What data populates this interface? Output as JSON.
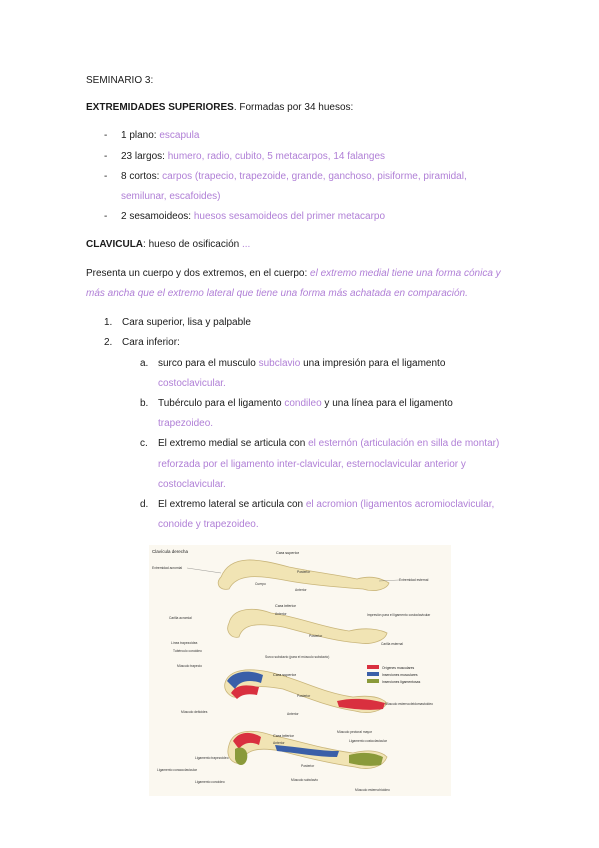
{
  "colors": {
    "purple_text": "#b07fd6",
    "muscle_origin": "#d9303f",
    "muscle_insertion": "#3a5fa8",
    "ligament_insertion": "#8a9a3a",
    "bone": "#f1e4b4"
  },
  "title": "SEMINARIO 3:",
  "heading": {
    "bold": "EXTREMIDADES SUPERIORES",
    "rest": ". Formadas por 34 huesos:"
  },
  "bones": [
    {
      "bullet": "-",
      "label": "1 plano:",
      "value": "escapula"
    },
    {
      "bullet": "-",
      "label": "23 largos:",
      "value": "humero, radio, cubito, 5 metacarpos, 14 falanges"
    },
    {
      "bullet": "-",
      "label": "8 cortos:",
      "value": "carpos (trapecio, trapezoide, grande, ganchoso, pisiforme, piramidal,",
      "value2": "semilunar, escafoides)"
    },
    {
      "bullet": "-",
      "label": "2 sesamoideos:",
      "value": "huesos sesamoideos del primer metacarpo"
    }
  ],
  "clavicula": {
    "bold": "CLAVICULA",
    "rest": ": hueso de osificación ",
    "ellipsis": "..."
  },
  "intro": {
    "plain": "Presenta un cuerpo y dos extremos, en el cuerpo: ",
    "line1_italic": "el extremo medial tiene una forma cónica y",
    "line2_italic": "más ancha que el extremo lateral que tiene una forma más achatada en comparación."
  },
  "numbered": [
    {
      "num": "1.",
      "text": "Cara superior, lisa y palpable"
    },
    {
      "num": "2.",
      "text": "Cara inferior:"
    }
  ],
  "sub": {
    "a": {
      "letter": "a.",
      "t1": "surco para el musculo ",
      "p1": "subclavio",
      "t2": " una impresión para el ligamento",
      "p2": "costoclavicular."
    },
    "b": {
      "letter": "b.",
      "t1": "Tubérculo para el ligamento ",
      "p1": "condileo",
      "t2": " y una línea para el ligamento",
      "p2": "trapezoideo."
    },
    "c": {
      "letter": "c.",
      "t1": "El extremo medial se articula con ",
      "p1": "el esternón (articulación en silla de montar)",
      "p2": "reforzada por el ligamento inter-clavicular, esternoclavicular anterior y",
      "p3": "costoclavicular."
    },
    "d": {
      "letter": "d.",
      "t1": "El extremo lateral se articula con ",
      "p1": "el acromion (ligamentos acromioclavicular,",
      "p2": "conoide y trapezoideo."
    }
  },
  "figure": {
    "title": "Clavícula derecha",
    "views": [
      "Cara superior",
      "Cara inferior",
      "Cara superior",
      "Cara inferior"
    ],
    "labels": {
      "acromial_end": "Extremidad acromial",
      "body": "Cuerpo",
      "sternal_end": "Extremidad esternal",
      "posterior": "Posterior",
      "anterior": "Anterior",
      "acromial_facet": "Carilla acromial",
      "trapezoid_line": "Línea trapezoidea",
      "conoid_tubercle": "Tubérculo conoideo",
      "costoclav_impression": "Impresión para el ligamento costoclavicular",
      "sternal_facet": "Carilla esternal",
      "subclavius_groove": "Surco subclavio (para el músculo subclavio)",
      "trapezius": "Músculo trapecio",
      "deltoid": "Músculo deltoides",
      "sternocleido": "Músculo esternocleidomastoideo",
      "pectoralis_major": "Músculo pectoral mayor",
      "costoclav_lig": "Ligamento costoclavicular",
      "trapezoid_lig": "Ligamento trapezoideo",
      "coracoclav_lig": "Ligamento coracoclavicular",
      "conoid_lig": "Ligamento conoideo",
      "subclavius": "Músculo subclavio",
      "sternohyoid": "Músculo esternohioideo"
    },
    "legend": [
      "Orígenes musculares",
      "Inserciones musculares",
      "Inserciones ligamentosas"
    ]
  }
}
